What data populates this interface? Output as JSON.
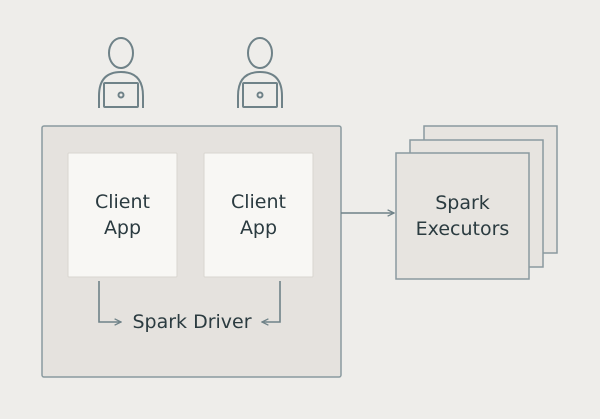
{
  "client_apps": [
    {
      "line1": "Client",
      "line2": "App"
    },
    {
      "line1": "Client",
      "line2": "App"
    }
  ],
  "driver_label": "Spark Driver",
  "executors": {
    "line1": "Spark",
    "line2": "Executors"
  },
  "users": [
    {
      "icon": "user-with-laptop-icon"
    },
    {
      "icon": "user-with-laptop-icon"
    }
  ],
  "colors": {
    "background": "#eeedea",
    "driver_box": "#e5e2de",
    "client_box": "#f8f7f4",
    "executor_box": "#e7e4e0",
    "stroke": "#8a9a9f",
    "user_stroke": "#6f8288",
    "text": "#2b3b40"
  }
}
